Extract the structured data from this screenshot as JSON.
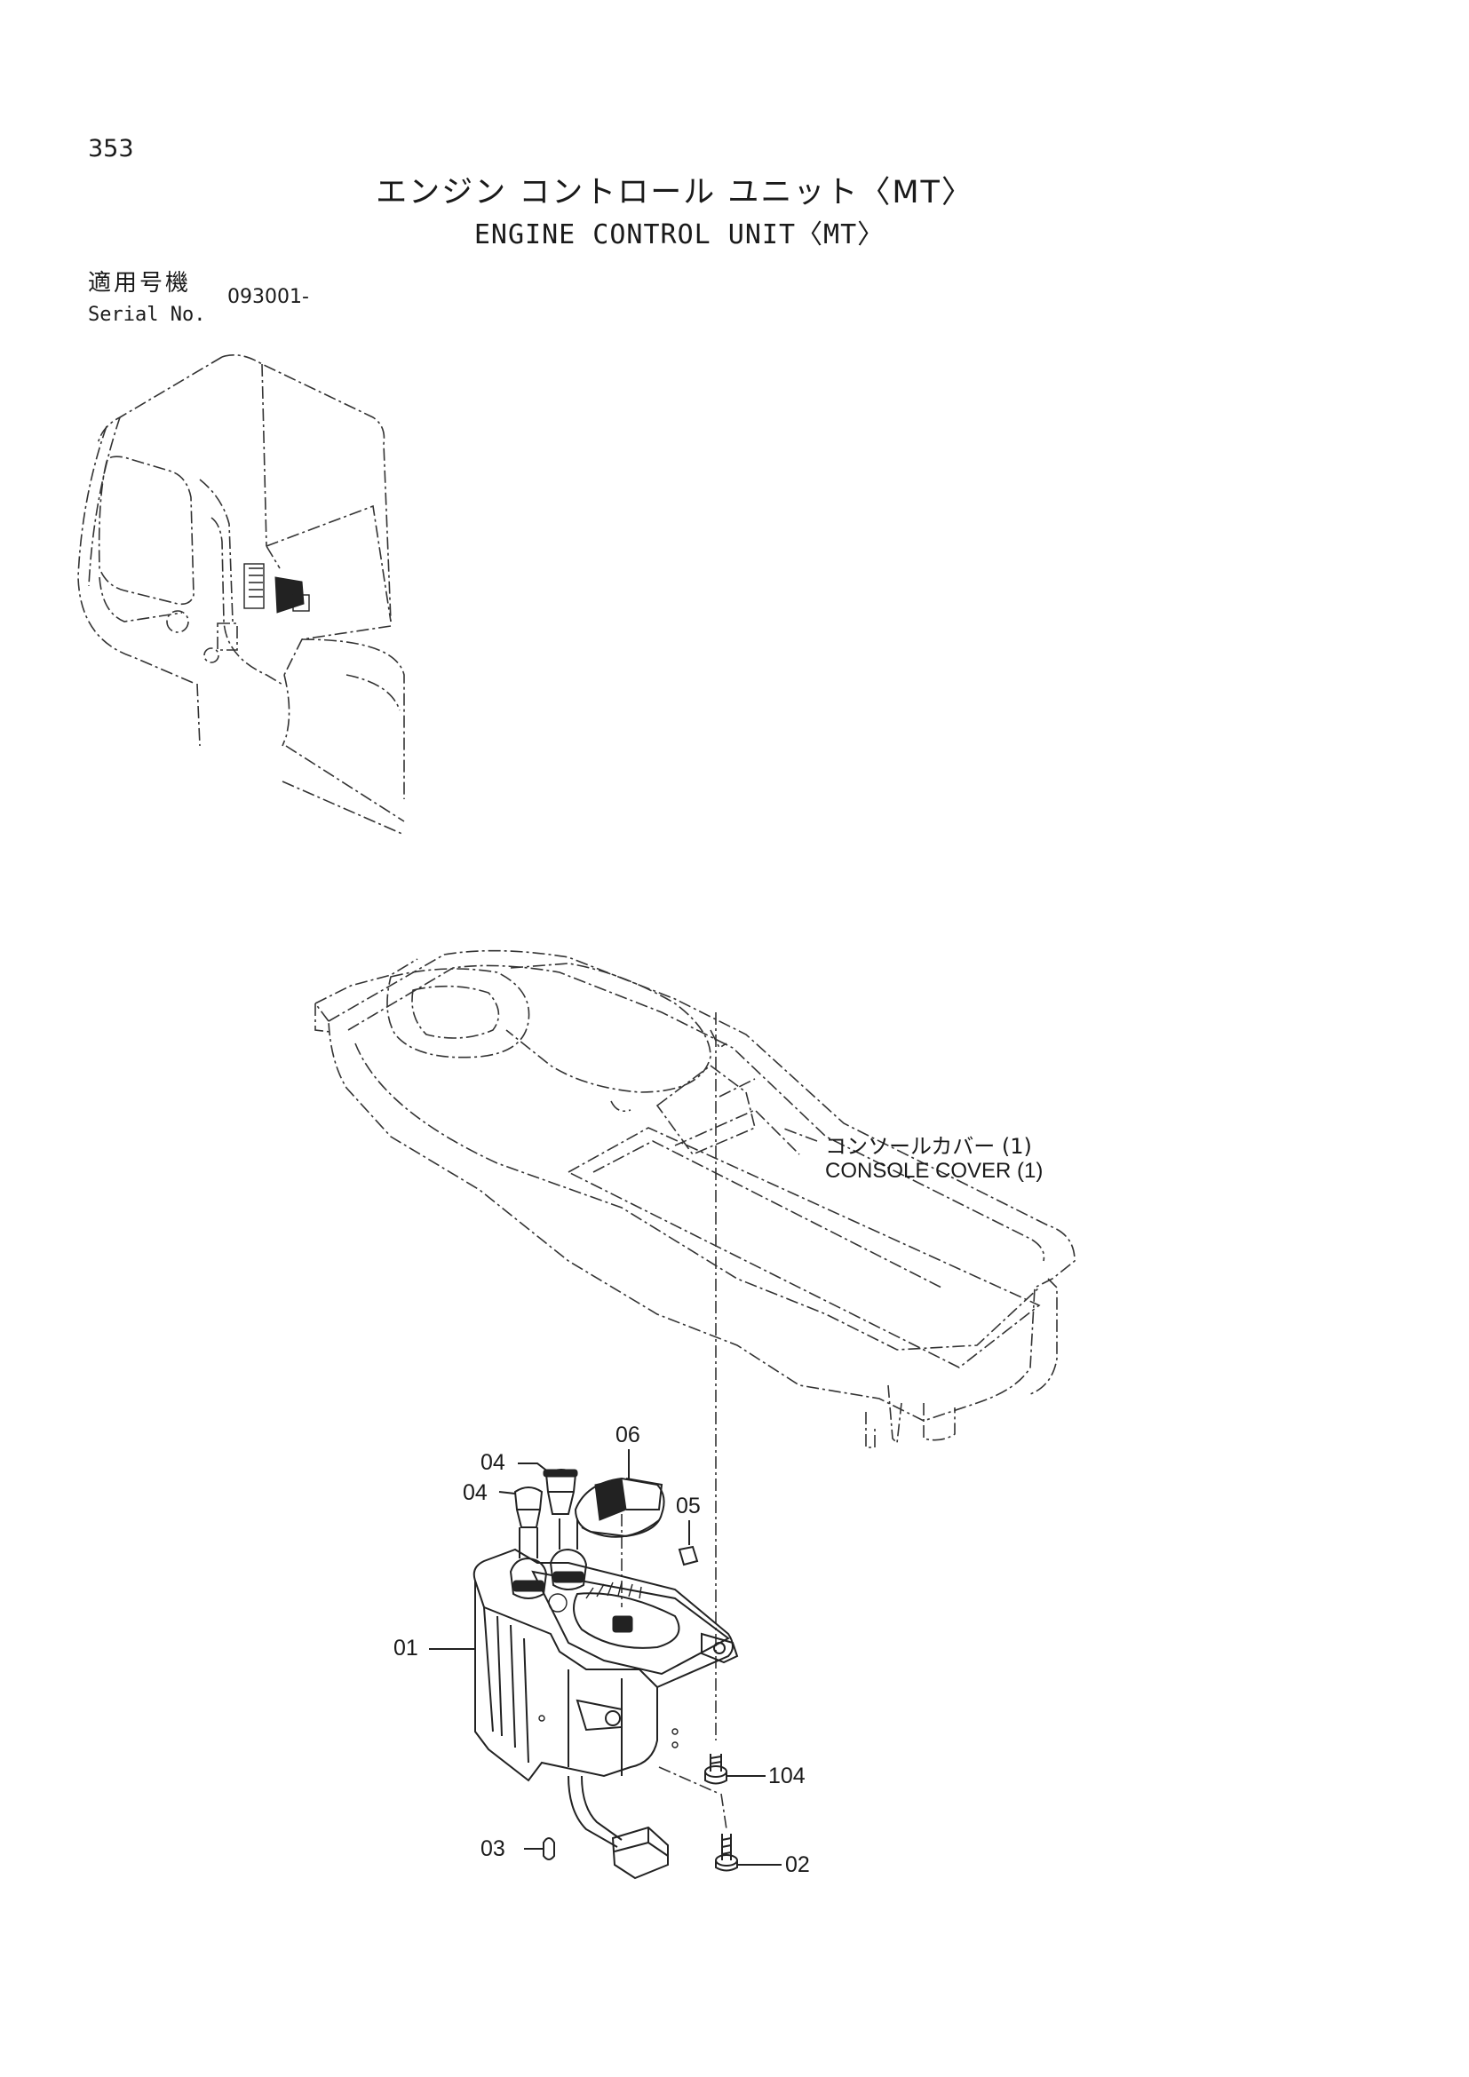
{
  "header": {
    "page_number": "353",
    "title_jp": "エンジン コントロール ユニット〈MT〉",
    "title_en": "ENGINE CONTROL UNIT〈MT〉"
  },
  "serial": {
    "label_jp": "適用号機",
    "label_en": "Serial No.",
    "value": "093001-"
  },
  "console_cover": {
    "label_jp": "コンソールカバー (1)",
    "label_en": "CONSOLE COVER (1)"
  },
  "callouts": {
    "part_01": "01",
    "part_02": "02",
    "part_03": "03",
    "part_04a": "04",
    "part_04b": "04",
    "part_05": "05",
    "part_06": "06",
    "part_104": "104"
  }
}
